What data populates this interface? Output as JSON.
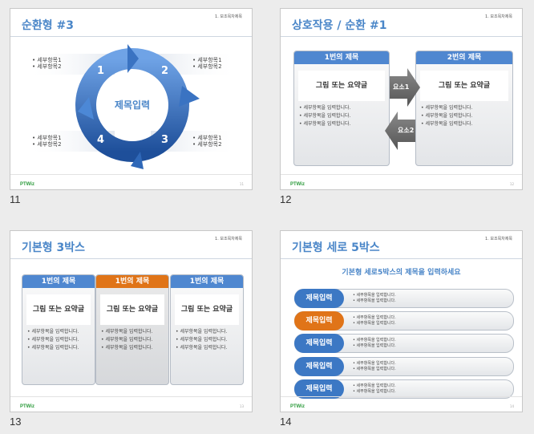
{
  "colors": {
    "accent_blue": "#4a86c8",
    "head_blue": "#4f87d0",
    "orange": "#e07418",
    "logo_green": "#2a9a3a"
  },
  "footer": {
    "logo": "PTWiz"
  },
  "slides": [
    {
      "number": "11",
      "title": "순환형 #3",
      "crumb": "1. 보조목차제목",
      "center": "제목입력",
      "steps": [
        "1",
        "2",
        "3",
        "4"
      ],
      "subs": [
        "세부항목1",
        "세부항목2"
      ]
    },
    {
      "number": "12",
      "title": "상호작용 / 순환 #1",
      "crumb": "1. 보조목차제목",
      "boxes": [
        {
          "head": "1번의 제목",
          "inner": "그림 또는 요약글",
          "bullets": [
            "세부항목을 입력합니다.",
            "세부항목을 입력합니다.",
            "세부항목을 입력합니다."
          ]
        },
        {
          "head": "2번의 제목",
          "inner": "그림 또는 요약글",
          "bullets": [
            "세부항목을 입력합니다.",
            "세부항목을 입력합니다.",
            "세부항목을 입력합니다."
          ]
        }
      ],
      "arrows": [
        "요소1",
        "요소2"
      ]
    },
    {
      "number": "13",
      "title": "기본형 3박스",
      "crumb": "1. 보조목차제목",
      "boxes": [
        {
          "head": "1번의 제목",
          "inner": "그림 또는 요약글",
          "bullets": [
            "세부항목을 입력합니다.",
            "세부항목을 입력합니다.",
            "세부항목을 입력합니다."
          ]
        },
        {
          "head": "1번의 제목",
          "inner": "그림 또는 요약글",
          "bullets": [
            "세부항목을 입력합니다.",
            "세부항목을 입력합니다.",
            "세부항목을 입력합니다."
          ]
        },
        {
          "head": "1번의 제목",
          "inner": "그림 또는 요약글",
          "bullets": [
            "세부항목을 입력합니다.",
            "세부항목을 입력합니다.",
            "세부항목을 입력합니다."
          ]
        }
      ]
    },
    {
      "number": "14",
      "title": "기본형 세로 5박스",
      "crumb": "1. 보조목차제목",
      "subtitle": "기본형 세로5박스의 제목을 입력하세요",
      "rows": [
        {
          "label": "제목입력",
          "lines": [
            "세부항목을 입력합니다.",
            "세부항목을 입력합니다."
          ]
        },
        {
          "label": "제목입력",
          "lines": [
            "세부항목을 입력합니다.",
            "세부항목을 입력합니다."
          ]
        },
        {
          "label": "제목입력",
          "lines": [
            "세부항목을 입력합니다.",
            "세부항목을 입력합니다."
          ]
        },
        {
          "label": "제목입력",
          "lines": [
            "세부항목을 입력합니다.",
            "세부항목을 입력합니다."
          ]
        },
        {
          "label": "제목입력",
          "lines": [
            "세부항목을 입력합니다.",
            "세부항목을 입력합니다."
          ]
        }
      ]
    }
  ]
}
